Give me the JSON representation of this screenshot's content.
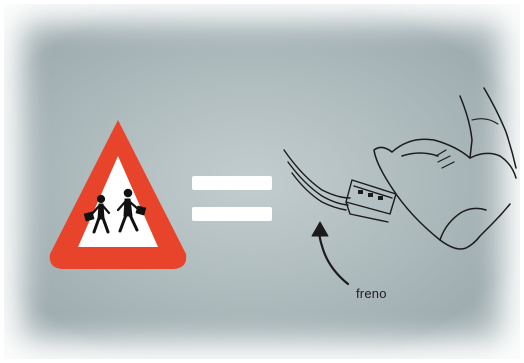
{
  "illustration": {
    "brake_label": "freno",
    "colors": {
      "sign_border": "#e8432b",
      "sign_fill": "#ffffff",
      "equals": "#ffffff",
      "line_art": "#1b1b1b"
    },
    "icons": [
      "school-crossing-sign",
      "equals-sign",
      "brake-pedal",
      "shoe",
      "curved-arrow"
    ]
  }
}
